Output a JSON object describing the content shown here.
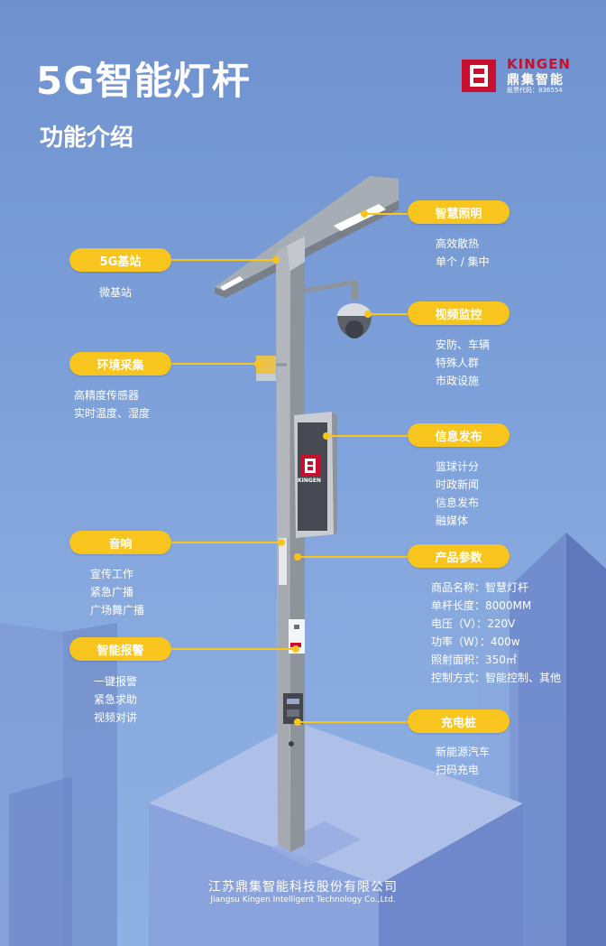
{
  "poster": {
    "title": "5G智能灯杆",
    "subtitle": "功能介绍",
    "logo": {
      "name_en": "KINGEN",
      "name_cn": "鼎集智能",
      "stock_code": "股票代码：836554"
    },
    "sign": {
      "text": "KINGEN"
    },
    "footer": {
      "company_cn": "江苏鼎集智能科技股份有限公司",
      "company_en": "Jiangsu Kingen Intelligent Technology Co.,Ltd."
    },
    "features": [
      {
        "label": "5G基站",
        "items": [
          "微基站"
        ]
      },
      {
        "label": "环境采集",
        "items": [
          "高精度传感器",
          "实时温度、湿度"
        ]
      },
      {
        "label": "音响",
        "items": [
          "宣传工作",
          "紧急广播",
          "广场舞广播"
        ]
      },
      {
        "label": "智能报警",
        "items": [
          "一键报警",
          "紧急求助",
          "视频对讲"
        ]
      },
      {
        "label": "智慧照明",
        "items": [
          "高效散热",
          "单个 / 集中"
        ]
      },
      {
        "label": "视频监控",
        "items": [
          "安防、车辆",
          "特殊人群",
          "市政设施"
        ]
      },
      {
        "label": "信息发布",
        "items": [
          "篮球计分",
          "时政新闻",
          "信息发布",
          "融媒体"
        ]
      },
      {
        "label": "产品参数",
        "items": [
          "商品名称：智慧灯杆",
          "单杆长度：8000MM",
          "电压（V）：220V",
          "功率（W）：400w",
          "照射面积：350㎡",
          "控制方式：智能控制、其他"
        ]
      },
      {
        "label": "充电桩",
        "items": [
          "新能源汽车",
          "扫码充电"
        ]
      }
    ]
  },
  "colors": {
    "accent": "#f7c51e",
    "brand_red": "#c8102e",
    "pole": "#9aa0a8",
    "background": "#7b9ed8"
  }
}
